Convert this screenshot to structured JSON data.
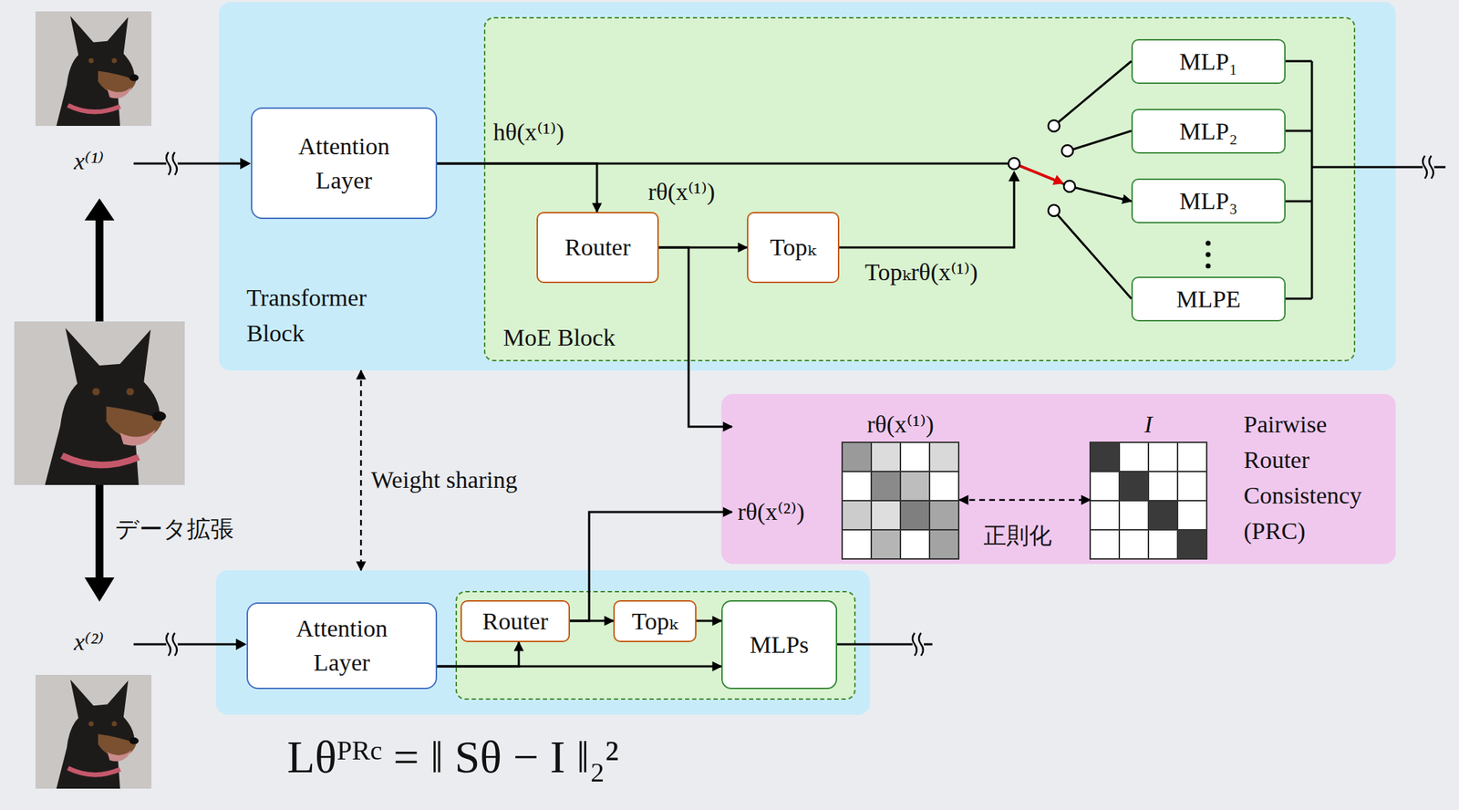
{
  "diagram": {
    "nodes": [
      {
        "text": [
          "Transformer Block"
        ]
      },
      {
        "text": [
          "Attention Layer"
        ],
        "in": 0
      },
      {
        "text": [
          "MoE Block"
        ],
        "in": 0
      },
      {
        "text": [
          "Router"
        ],
        "in": 2
      },
      {
        "text": [
          "Topₖ"
        ],
        "in": 2
      },
      {
        "text": [
          "MLP₁"
        ],
        "in": 2
      },
      {
        "text": [
          "MLP₂"
        ],
        "in": 2
      },
      {
        "text": [
          "MLP₃"
        ],
        "in": 2
      },
      {
        "text": [
          "MLPE"
        ],
        "in": 2
      },
      {
        "text": [
          "Pairwise Router Consistency (PRC)"
        ]
      },
      {
        "text": [
          "rθ(x⁽¹⁾)",
          "rθ(x⁽²⁾)"
        ],
        "in": 9
      },
      {
        "text": [
          "I"
        ],
        "in": 9
      },
      {
        "text": []
      },
      {
        "text": [
          "Attention Layer"
        ],
        "in": 12
      },
      {
        "text": [],
        "in": 12
      },
      {
        "text": [
          "Router"
        ],
        "in": 14
      },
      {
        "text": [
          "Topₖ"
        ],
        "in": 14
      },
      {
        "text": [
          "MLPs"
        ],
        "in": 14
      }
    ],
    "edges": [
      {
        "from": 1,
        "to": 3,
        "arrow": "to"
      },
      {
        "from": 1,
        "to": 7,
        "arrow": "to",
        "label": "hθ(x⁽¹⁾)"
      },
      {
        "from": 3,
        "to": 4,
        "arrow": "to",
        "label": "rθ(x⁽¹⁾)"
      },
      {
        "from": 3,
        "to": 10,
        "arrow": "to"
      },
      {
        "from": 10,
        "to": 11,
        "arrow": "both",
        "label": "正則化"
      },
      {
        "from": 0,
        "to": 12,
        "arrow": "both",
        "label": "Weight sharing"
      },
      {
        "from": 13,
        "to": 15,
        "arrow": "to"
      },
      {
        "from": 13,
        "to": 17,
        "arrow": "to"
      },
      {
        "from": 15,
        "to": 16,
        "arrow": "to"
      },
      {
        "from": 16,
        "to": 17,
        "arrow": "to"
      },
      {
        "from": 15,
        "to": 10,
        "arrow": "to"
      }
    ],
    "labels": [
      "x⁽¹⁾",
      "x⁽²⁾",
      "データ拡張",
      "Topₖrθ(x⁽¹⁾)",
      "Lθᴾᴿᶜ = ‖ Sθ − I ‖₂²"
    ]
  }
}
